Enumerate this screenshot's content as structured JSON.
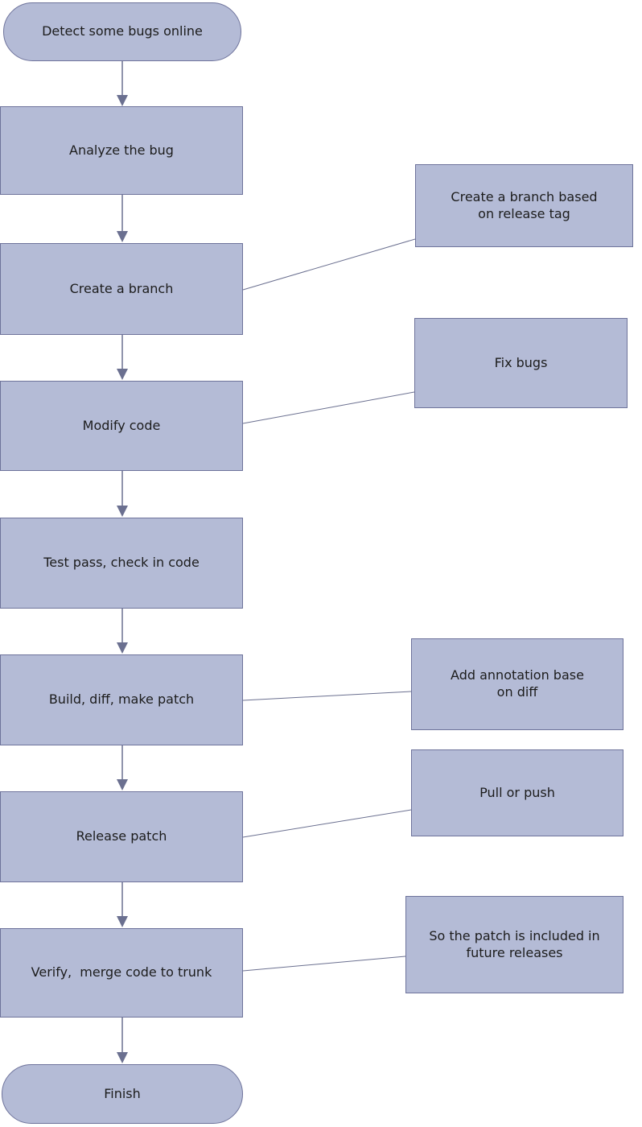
{
  "colors": {
    "node_fill": "#b4bbd6",
    "node_border": "#6e739b",
    "connector": "#6b7090",
    "text": "#1c1c1c"
  },
  "flow_nodes": [
    {
      "id": "start",
      "shape": "stadium",
      "label": "Detect some bugs online"
    },
    {
      "id": "analyze-bug",
      "shape": "process",
      "label": "Analyze the bug"
    },
    {
      "id": "create-branch",
      "shape": "process",
      "label": "Create a branch"
    },
    {
      "id": "modify-code",
      "shape": "process",
      "label": "Modify code"
    },
    {
      "id": "test-pass",
      "shape": "process",
      "label": "Test pass, check in code"
    },
    {
      "id": "build-diff",
      "shape": "process",
      "label": "Build, diff, make patch"
    },
    {
      "id": "release-patch",
      "shape": "process",
      "label": "Release patch"
    },
    {
      "id": "verify-merge",
      "shape": "process",
      "label": "Verify,  merge code to trunk"
    },
    {
      "id": "finish",
      "shape": "stadium",
      "label": "Finish"
    }
  ],
  "annotations": [
    {
      "id": "branch-note",
      "attached_to": "create-branch",
      "label": "Create a branch based on release tag"
    },
    {
      "id": "fix-note",
      "attached_to": "modify-code",
      "label": "Fix bugs"
    },
    {
      "id": "diff-note",
      "attached_to": "build-diff",
      "label": "Add annotation base on diff"
    },
    {
      "id": "push-note",
      "attached_to": "release-patch",
      "label": "Pull or push"
    },
    {
      "id": "release-note",
      "attached_to": "verify-merge",
      "label": "So the patch is included in future releases"
    }
  ],
  "connections": [
    {
      "from": "start",
      "to": "analyze-bug",
      "type": "arrow"
    },
    {
      "from": "analyze-bug",
      "to": "create-branch",
      "type": "arrow"
    },
    {
      "from": "create-branch",
      "to": "modify-code",
      "type": "arrow"
    },
    {
      "from": "modify-code",
      "to": "test-pass",
      "type": "arrow"
    },
    {
      "from": "test-pass",
      "to": "build-diff",
      "type": "arrow"
    },
    {
      "from": "build-diff",
      "to": "release-patch",
      "type": "arrow"
    },
    {
      "from": "release-patch",
      "to": "verify-merge",
      "type": "arrow"
    },
    {
      "from": "verify-merge",
      "to": "finish",
      "type": "arrow"
    },
    {
      "from": "create-branch",
      "to": "branch-note",
      "type": "line"
    },
    {
      "from": "modify-code",
      "to": "fix-note",
      "type": "line"
    },
    {
      "from": "build-diff",
      "to": "diff-note",
      "type": "line"
    },
    {
      "from": "release-patch",
      "to": "push-note",
      "type": "line"
    },
    {
      "from": "verify-merge",
      "to": "release-note",
      "type": "line"
    }
  ]
}
